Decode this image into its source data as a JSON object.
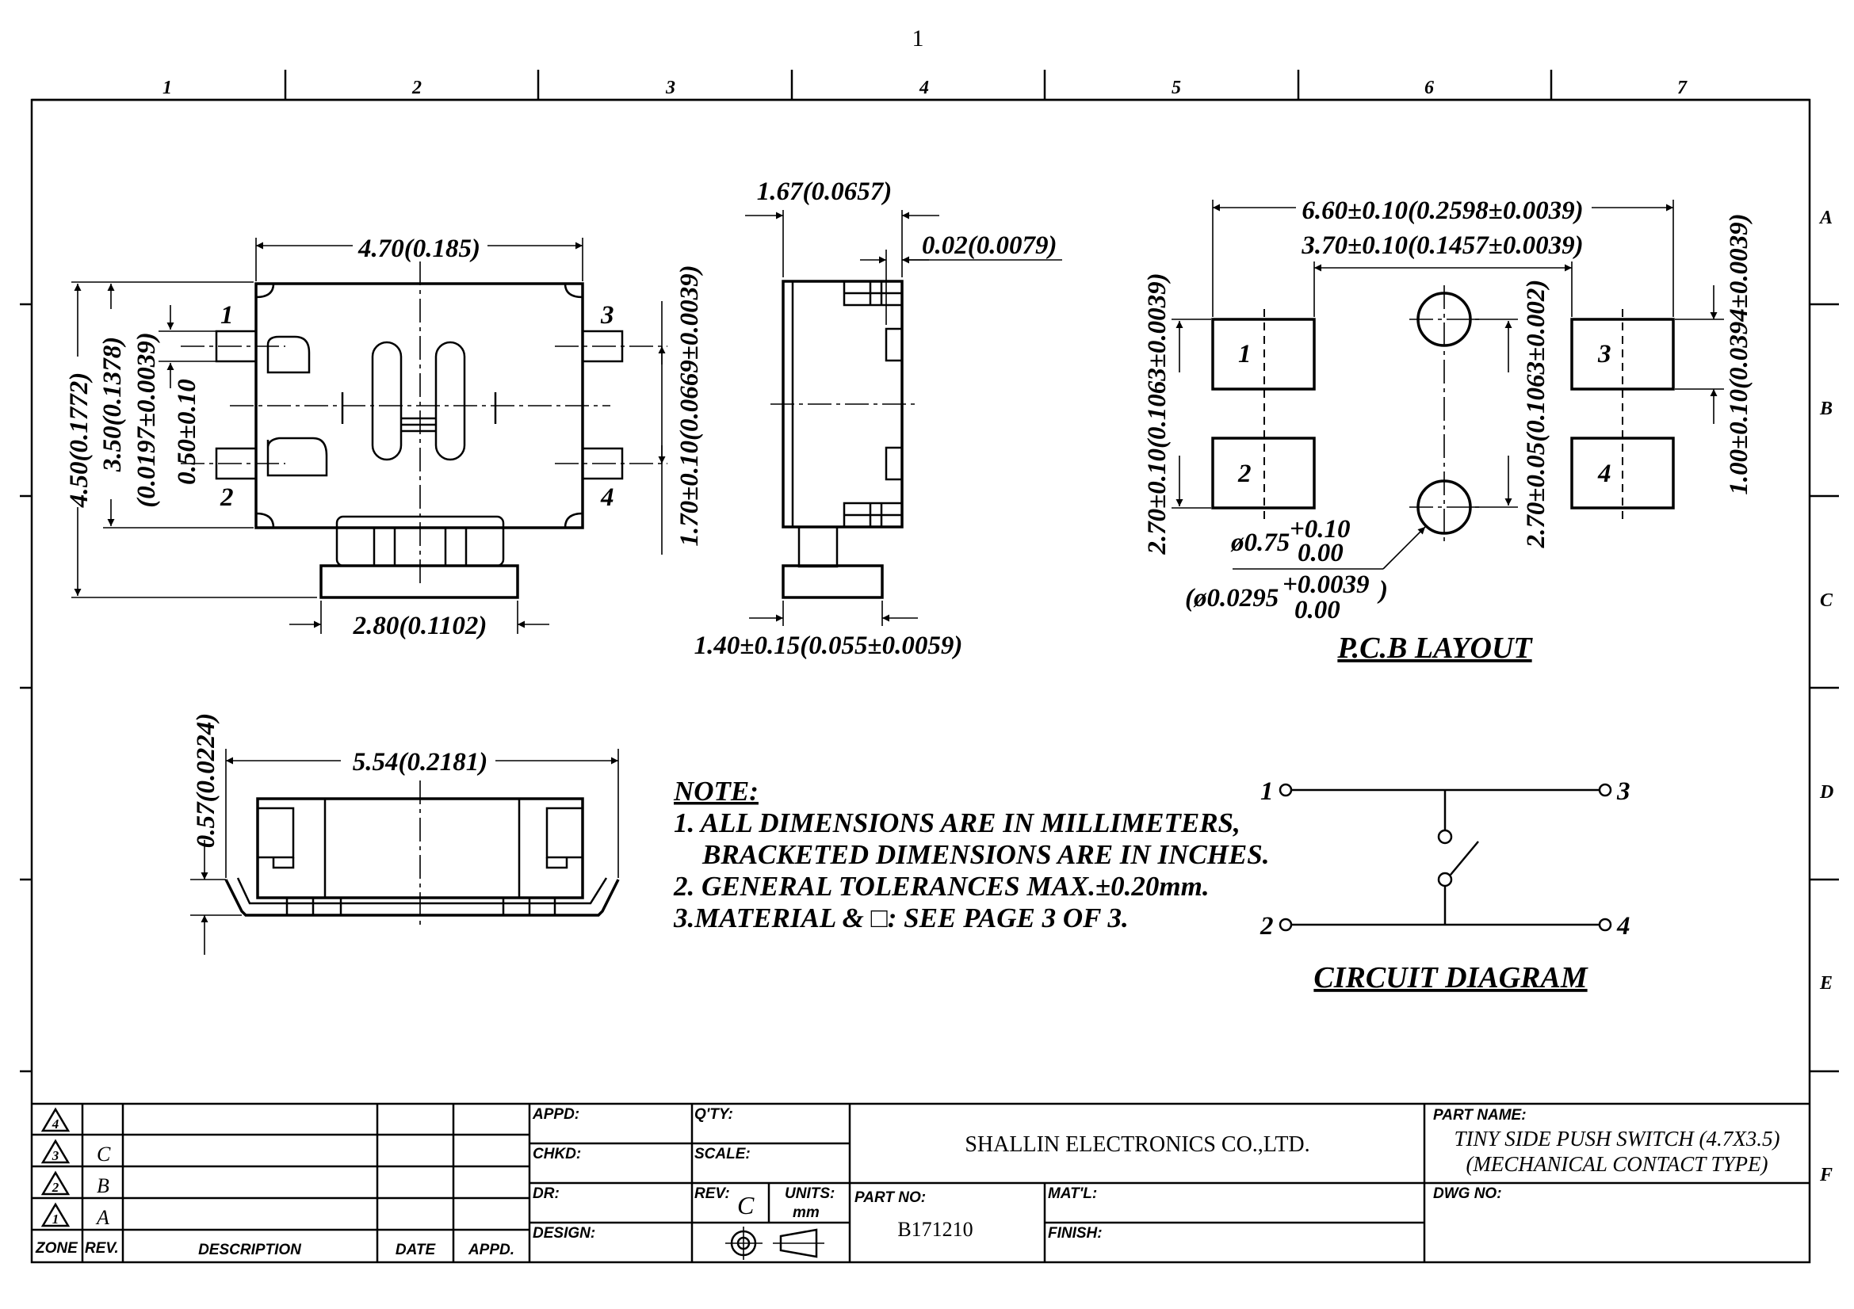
{
  "page": {
    "number": "1"
  },
  "frame": {
    "columns": [
      "1",
      "2",
      "3",
      "4",
      "5",
      "6",
      "7"
    ],
    "rows": [
      "A",
      "B",
      "C",
      "D",
      "E",
      "F"
    ]
  },
  "top_view": {
    "width_dim": "4.70(0.185)",
    "height_dim": "4.50(0.1772)",
    "body_height_dim": "3.50(0.1378)",
    "pin_width_dim": "(0.0197±0.0039)",
    "pin_width_dim2": "0.50±0.10",
    "actuator_dim": "2.80(0.1102)",
    "pin_pitch_dim": "1.70±0.10(0.0669±0.0039)",
    "pins": [
      "1",
      "2",
      "3",
      "4"
    ]
  },
  "side_view": {
    "depth_dim": "1.67(0.0657)",
    "gap_dim": "0.02(0.0079)",
    "actuator_dim": "1.40±0.15(0.055±0.0059)"
  },
  "front_view": {
    "width_dim": "5.54(0.2181)",
    "height_dim": "0.57(0.0224)"
  },
  "pcb_layout": {
    "title": "P.C.B LAYOUT",
    "outer_dim": "6.60±0.10(0.2598±0.0039)",
    "inner_dim": "3.70±0.10(0.1457±0.0039)",
    "pad_pitch_dim": "2.70±0.10(0.1063±0.0039)",
    "hole_pitch_dim": "2.70±0.05(0.1063±0.002)",
    "pad_height_dim": "1.00±0.10(0.0394±0.0039)",
    "hole_dia": "ø0.75",
    "hole_tol_plus": "+0.10",
    "hole_tol_minus": "0.00",
    "hole_dia_in": "(ø0.0295",
    "hole_tol_plus_in": "+0.0039",
    "hole_close": ")",
    "hole_tol_minus_in": "0.00",
    "pads": [
      "1",
      "2",
      "3",
      "4"
    ]
  },
  "notes": {
    "title": "NOTE:",
    "lines": [
      "1. ALL DIMENSIONS ARE IN MILLIMETERS,",
      "BRACKETED DIMENSIONS ARE IN INCHES.",
      "2. GENERAL TOLERANCES MAX.±0.20mm.",
      "3.MATERIAL & □: SEE PAGE 3 OF 3."
    ]
  },
  "circuit": {
    "title": "CIRCUIT DIAGRAM",
    "terminals": [
      "1",
      "3",
      "2",
      "4"
    ]
  },
  "title_block": {
    "revisions": [
      {
        "symbol": "4",
        "rev": ""
      },
      {
        "symbol": "3",
        "rev": "C"
      },
      {
        "symbol": "2",
        "rev": "B"
      },
      {
        "symbol": "1",
        "rev": "A"
      }
    ],
    "headers": {
      "zone": "ZONE",
      "rev": "REV.",
      "description": "DESCRIPTION",
      "date": "DATE",
      "appd": "APPD."
    },
    "labels": {
      "appd": "APPD:",
      "chkd": "CHKD:",
      "dr": "DR:",
      "design": "DESIGN:",
      "qty": "Q'TY:",
      "scale": "SCALE:",
      "rev": "REV:",
      "units": "UNITS:",
      "part_no": "PART NO:",
      "matl": "MAT'L:",
      "finish": "FINISH:",
      "part_name": "PART NAME:",
      "dwg_no": "DWG NO:"
    },
    "values": {
      "rev": "C",
      "units": "mm",
      "company": "SHALLIN ELECTRONICS CO.,LTD.",
      "part_no": "B171210",
      "part_name_1": "TINY SIDE PUSH SWITCH (4.7X3.5)",
      "part_name_2": "(MECHANICAL CONTACT TYPE)"
    }
  }
}
